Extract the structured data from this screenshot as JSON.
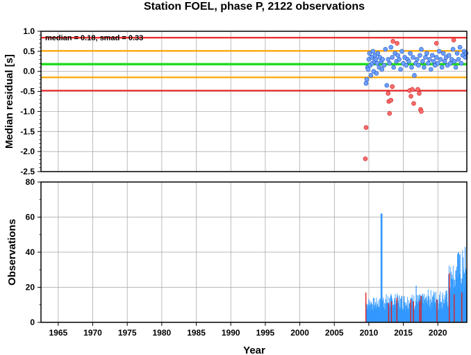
{
  "chart_data": [
    {
      "type": "scatter",
      "title": "Station FOEL, phase P, 2122 observations",
      "xlabel": "",
      "ylabel": "Median residual [s]",
      "xlim": [
        1962.5,
        2024.2
      ],
      "ylim": [
        -2.5,
        1.0
      ],
      "yticks": [
        "1.0",
        "0.5",
        "0.0",
        "-0.5",
        "-1.0",
        "-1.5",
        "-2.0",
        "-2.5"
      ],
      "annotation": "median = 0.18, smad = 0.33",
      "reference_lines": [
        {
          "name": "median",
          "value": 0.18,
          "color": "#22dd22"
        },
        {
          "name": "median + 2 smad",
          "value": 0.84,
          "color": "#ee2222"
        },
        {
          "name": "median - 2 smad",
          "value": -0.48,
          "color": "#ee2222"
        },
        {
          "name": "median + smad",
          "value": 0.51,
          "color": "#ffa500"
        },
        {
          "name": "median - smad",
          "value": -0.15,
          "color": "#ffa500"
        }
      ],
      "grid": true,
      "colors": {
        "inlier_fill": "#6fa0ff",
        "inlier_edge": "#2255bb",
        "outlier_fill": "#ff6b6b",
        "outlier_edge": "#bb2222"
      },
      "series": [
        {
          "status": "inlier",
          "points": [
            [
              2009.6,
              -0.3
            ],
            [
              2009.7,
              -0.2
            ],
            [
              2009.8,
              0.1
            ],
            [
              2009.9,
              0.05
            ],
            [
              2010.0,
              0.3
            ],
            [
              2010.1,
              0.45
            ],
            [
              2010.2,
              0.15
            ],
            [
              2010.3,
              -0.1
            ],
            [
              2010.4,
              0.35
            ],
            [
              2010.5,
              0.2
            ],
            [
              2010.6,
              0.5
            ],
            [
              2010.7,
              0.0
            ],
            [
              2010.8,
              0.25
            ],
            [
              2010.9,
              0.4
            ],
            [
              2011.0,
              0.3
            ],
            [
              2011.1,
              -0.05
            ],
            [
              2011.2,
              0.2
            ],
            [
              2011.3,
              0.45
            ],
            [
              2011.5,
              0.1
            ],
            [
              2011.6,
              0.35
            ],
            [
              2011.8,
              0.25
            ],
            [
              2011.9,
              0.05
            ],
            [
              2012.0,
              0.3
            ],
            [
              2012.2,
              0.15
            ],
            [
              2012.4,
              0.55
            ],
            [
              2012.6,
              -0.35
            ],
            [
              2012.8,
              0.3
            ],
            [
              2013.0,
              0.2
            ],
            [
              2013.2,
              0.6
            ],
            [
              2013.4,
              0.35
            ],
            [
              2013.6,
              0.1
            ],
            [
              2013.8,
              0.45
            ],
            [
              2014.0,
              0.25
            ],
            [
              2014.2,
              0.4
            ],
            [
              2014.4,
              0.3
            ],
            [
              2014.6,
              0.05
            ],
            [
              2014.8,
              0.5
            ],
            [
              2015.0,
              0.2
            ],
            [
              2015.2,
              0.35
            ],
            [
              2015.4,
              0.15
            ],
            [
              2015.6,
              0.3
            ],
            [
              2015.8,
              0.25
            ],
            [
              2016.0,
              0.45
            ],
            [
              2016.2,
              0.1
            ],
            [
              2016.4,
              0.35
            ],
            [
              2016.6,
              -0.1
            ],
            [
              2016.8,
              0.2
            ],
            [
              2017.0,
              0.3
            ],
            [
              2017.2,
              0.15
            ],
            [
              2017.4,
              0.4
            ],
            [
              2017.6,
              0.55
            ],
            [
              2017.8,
              0.25
            ],
            [
              2018.0,
              0.1
            ],
            [
              2018.2,
              0.35
            ],
            [
              2018.4,
              0.45
            ],
            [
              2018.6,
              0.2
            ],
            [
              2018.8,
              0.3
            ],
            [
              2019.0,
              0.05
            ],
            [
              2019.2,
              0.4
            ],
            [
              2019.4,
              0.25
            ],
            [
              2019.6,
              0.15
            ],
            [
              2019.8,
              0.35
            ],
            [
              2020.0,
              0.2
            ],
            [
              2020.2,
              0.5
            ],
            [
              2020.4,
              0.3
            ],
            [
              2020.6,
              0.1
            ],
            [
              2020.8,
              0.45
            ],
            [
              2021.0,
              0.25
            ],
            [
              2021.2,
              0.35
            ],
            [
              2021.4,
              0.15
            ],
            [
              2021.6,
              0.4
            ],
            [
              2021.8,
              0.2
            ],
            [
              2022.0,
              0.3
            ],
            [
              2022.2,
              0.55
            ],
            [
              2022.4,
              0.25
            ],
            [
              2022.6,
              0.1
            ],
            [
              2022.8,
              0.45
            ],
            [
              2023.0,
              0.3
            ],
            [
              2023.2,
              0.6
            ],
            [
              2023.4,
              0.2
            ],
            [
              2023.6,
              0.4
            ],
            [
              2023.8,
              0.5
            ],
            [
              2024.0,
              0.35
            ],
            [
              2024.1,
              0.45
            ]
          ]
        },
        {
          "status": "outlier",
          "points": [
            [
              2009.5,
              -2.18
            ],
            [
              2009.6,
              -1.4
            ],
            [
              2012.8,
              -0.55
            ],
            [
              2012.9,
              -0.75
            ],
            [
              2013.0,
              -1.05
            ],
            [
              2013.2,
              -0.72
            ],
            [
              2013.4,
              -0.38
            ],
            [
              2013.5,
              0.75
            ],
            [
              2014.1,
              0.7
            ],
            [
              2015.9,
              -0.48
            ],
            [
              2016.1,
              -0.62
            ],
            [
              2016.3,
              -0.45
            ],
            [
              2016.5,
              -0.8
            ],
            [
              2017.1,
              -0.45
            ],
            [
              2017.3,
              -0.55
            ],
            [
              2017.5,
              -0.95
            ],
            [
              2017.6,
              -1.0
            ],
            [
              2019.8,
              0.7
            ],
            [
              2022.3,
              0.78
            ]
          ]
        }
      ]
    },
    {
      "type": "bar",
      "xlabel": "Year",
      "ylabel": "Observations",
      "xlim": [
        1962.5,
        2024.2
      ],
      "ylim": [
        0,
        80
      ],
      "xticks": [
        "1965",
        "1970",
        "1975",
        "1980",
        "1985",
        "1990",
        "1995",
        "2000",
        "2005",
        "2010",
        "2015",
        "2020"
      ],
      "yticks": [
        "0",
        "20",
        "40",
        "60",
        "80"
      ],
      "grid": true,
      "colors": {
        "inlier": "#3399ff",
        "outlier": "#dd2222"
      },
      "outlier_bars": [
        {
          "year": 2009.5,
          "value": 17
        },
        {
          "year": 2012.8,
          "value": 11
        },
        {
          "year": 2013.2,
          "value": 12
        },
        {
          "year": 2014.0,
          "value": 14
        },
        {
          "year": 2016.0,
          "value": 13
        },
        {
          "year": 2016.4,
          "value": 12
        },
        {
          "year": 2017.3,
          "value": 12
        },
        {
          "year": 2017.5,
          "value": 15
        },
        {
          "year": 2019.8,
          "value": 13
        },
        {
          "year": 2021.6,
          "value": 28
        },
        {
          "year": 2022.3,
          "value": 16
        },
        {
          "year": 2023.4,
          "value": 17
        }
      ],
      "inlier_segments": [
        {
          "start": 2009.6,
          "end": 2011.7,
          "base": 9,
          "amp": 4
        },
        {
          "start": 2011.7,
          "end": 2011.9,
          "base": 62,
          "amp": 0
        },
        {
          "start": 2011.9,
          "end": 2015.0,
          "base": 10,
          "amp": 5
        },
        {
          "start": 2015.0,
          "end": 2018.5,
          "base": 10,
          "amp": 5
        },
        {
          "start": 2018.5,
          "end": 2021.5,
          "base": 11,
          "amp": 6
        },
        {
          "start": 2021.5,
          "end": 2022.6,
          "base": 20,
          "amp": 10
        },
        {
          "start": 2022.6,
          "end": 2024.1,
          "base": 25,
          "amp": 13
        }
      ],
      "inlier_peaks": [
        {
          "year": 2011.8,
          "value": 62
        },
        {
          "year": 2016.8,
          "value": 21
        },
        {
          "year": 2022.8,
          "value": 39
        },
        {
          "year": 2023.6,
          "value": 37
        },
        {
          "year": 2023.9,
          "value": 43
        }
      ]
    }
  ]
}
